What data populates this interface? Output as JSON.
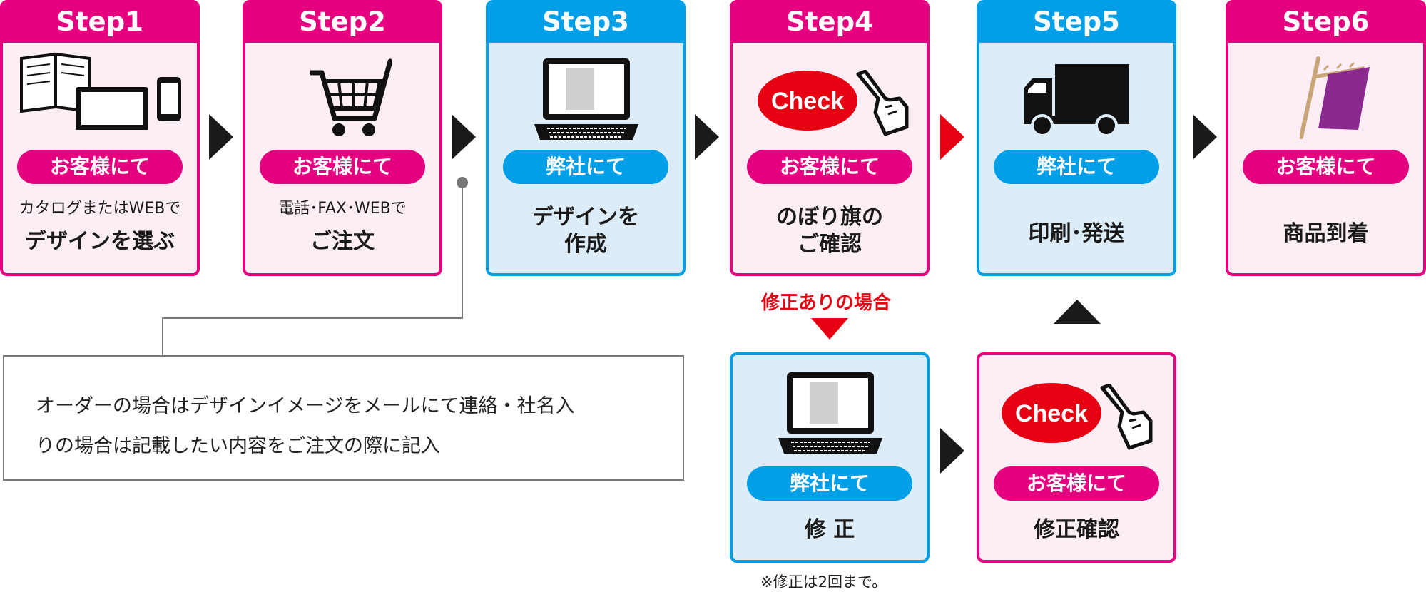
{
  "steps": [
    {
      "title": "Step1",
      "actor": "お客様にて",
      "small_line": "カタログまたはWEBで",
      "main_line": "デザインを選ぶ",
      "color": "pink"
    },
    {
      "title": "Step2",
      "actor": "お客様にて",
      "small_line": "電話･FAX･WEBで",
      "main_line": "ご注文",
      "color": "pink"
    },
    {
      "title": "Step3",
      "actor": "弊社にて",
      "line1": "デザインを",
      "line2": "作成",
      "color": "blue"
    },
    {
      "title": "Step4",
      "actor": "お客様にて",
      "check_label": "Check",
      "line1": "のぼり旗の",
      "line2": "ご確認",
      "color": "pink"
    },
    {
      "title": "Step5",
      "actor": "弊社にて",
      "main_line": "印刷･発送",
      "color": "blue"
    },
    {
      "title": "Step6",
      "actor": "お客様にて",
      "main_line": "商品到着",
      "color": "pink"
    }
  ],
  "revision_branch": {
    "condition_label": "修正ありの場合",
    "fix": {
      "actor": "弊社にて",
      "label": "修 正"
    },
    "confirm": {
      "check_label": "Check",
      "actor": "お客様にて",
      "label": "修正確認"
    },
    "footnote": "※修正は2回まで。"
  },
  "order_note": {
    "line1": "オーダーの場合はデザインイメージをメールにて連絡・社名入",
    "line2": "りの場合は記載したい内容をご注文の際に記入"
  },
  "colors": {
    "pink": "#e4007f",
    "blue": "#009fe8",
    "red": "#e60012",
    "pink_bg": "#fdeef5",
    "blue_bg": "#dcedf9"
  }
}
